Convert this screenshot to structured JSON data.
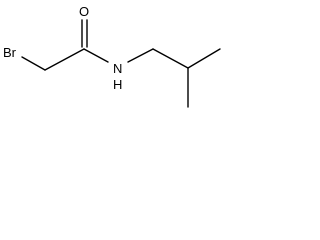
{
  "molecule": {
    "atoms": {
      "bromine": "Br",
      "oxygen": "O",
      "nitrogen": "N",
      "nitrogen_hydrogen": "H"
    },
    "ink_color": "#000000",
    "background_color": "#ffffff"
  }
}
